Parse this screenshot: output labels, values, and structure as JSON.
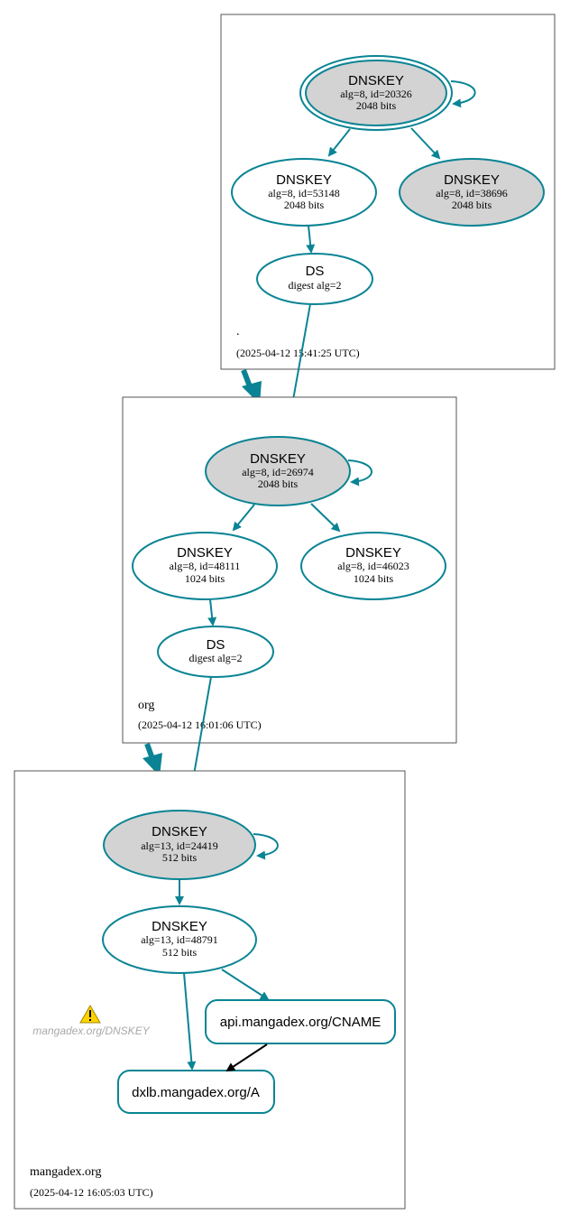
{
  "root_zone": {
    "name": ".",
    "timestamp": "(2025-04-12 15:41:25 UTC)",
    "ksk": {
      "title": "DNSKEY",
      "line1": "alg=8, id=20326",
      "line2": "2048 bits"
    },
    "zsk": {
      "title": "DNSKEY",
      "line1": "alg=8, id=53148",
      "line2": "2048 bits"
    },
    "zsk2": {
      "title": "DNSKEY",
      "line1": "alg=8, id=38696",
      "line2": "2048 bits"
    },
    "ds": {
      "title": "DS",
      "line1": "digest alg=2"
    }
  },
  "org_zone": {
    "name": "org",
    "timestamp": "(2025-04-12 16:01:06 UTC)",
    "ksk": {
      "title": "DNSKEY",
      "line1": "alg=8, id=26974",
      "line2": "2048 bits"
    },
    "zsk": {
      "title": "DNSKEY",
      "line1": "alg=8, id=48111",
      "line2": "1024 bits"
    },
    "zsk2": {
      "title": "DNSKEY",
      "line1": "alg=8, id=46023",
      "line2": "1024 bits"
    },
    "ds": {
      "title": "DS",
      "line1": "digest alg=2"
    }
  },
  "mangadex_zone": {
    "name": "mangadex.org",
    "timestamp": "(2025-04-12 16:05:03 UTC)",
    "ksk": {
      "title": "DNSKEY",
      "line1": "alg=13, id=24419",
      "line2": "512 bits"
    },
    "zsk": {
      "title": "DNSKEY",
      "line1": "alg=13, id=48791",
      "line2": "512 bits"
    },
    "cname": "api.mangadex.org/CNAME",
    "a_record": "dxlb.mangadex.org/A",
    "warning": "mangadex.org/DNSKEY"
  },
  "colors": {
    "edge": "#0a8494",
    "node_fill": "#d3d3d3",
    "warning_icon": "warning-triangle-icon"
  }
}
